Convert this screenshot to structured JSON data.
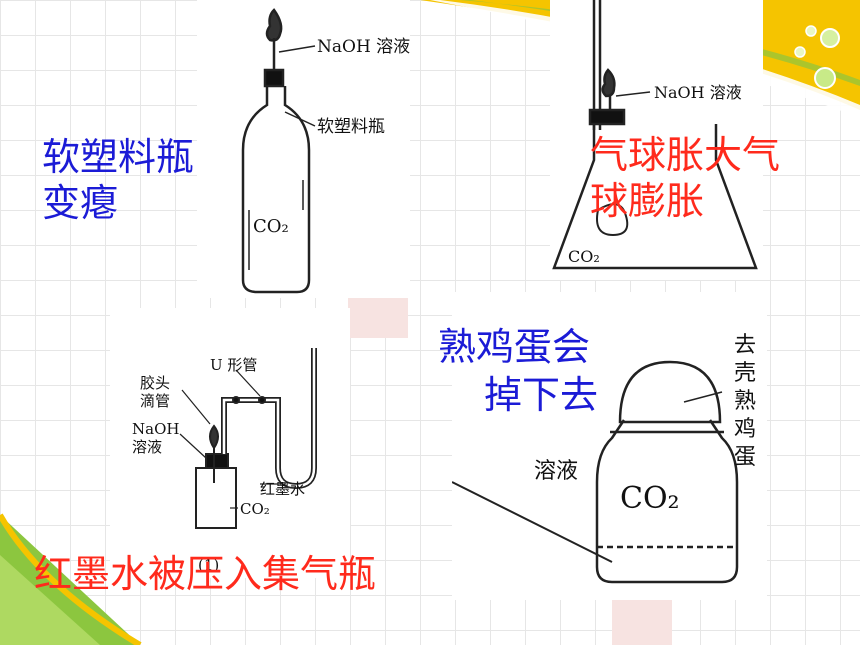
{
  "slide": {
    "captions": {
      "soft_bottle_line1": "软塑料瓶",
      "soft_bottle_line2": "变瘪",
      "balloon_line1": "气球胀大气",
      "balloon_line2": "球膨胀",
      "egg_line1": "熟鸡蛋会",
      "egg_line2": "掉下去",
      "red_ink": "红墨水被压入集气瓶"
    },
    "diagram1": {
      "label_naoh": "NaOH 溶液",
      "label_bottle": "软塑料瓶",
      "label_co2": "CO₂"
    },
    "diagram2": {
      "label_naoh": "NaOH 溶液",
      "label_co2": "CO₂"
    },
    "diagram3": {
      "label_utube": "U 形管",
      "label_dropper1": "胶头",
      "label_dropper2": "滴管",
      "label_naoh1": "NaOH",
      "label_naoh2": "溶液",
      "label_ink": "红墨水",
      "label_co2": "CO₂",
      "label_index": "(1)"
    },
    "diagram4": {
      "label_egg": [
        "去",
        "壳",
        "熟",
        "鸡",
        "蛋"
      ],
      "label_solution": "溶液",
      "label_co2": "CO₂"
    },
    "colors": {
      "blue_caption": "#1b1bd6",
      "red_caption": "#ff2a1c",
      "accent_yellow": "#f5c400",
      "accent_green": "#8cc63f"
    }
  }
}
